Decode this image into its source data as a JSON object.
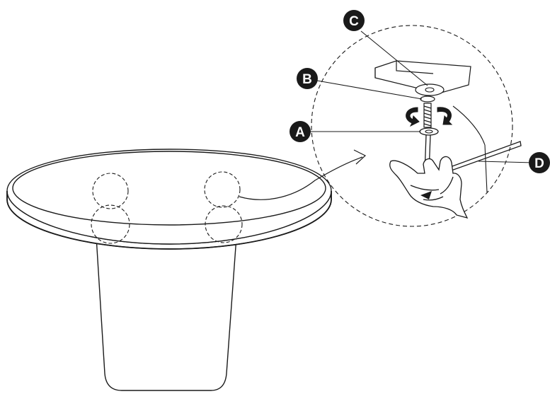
{
  "diagram": {
    "callouts": [
      {
        "id": "A",
        "label": "A"
      },
      {
        "id": "B",
        "label": "B"
      },
      {
        "id": "C",
        "label": "C"
      },
      {
        "id": "D",
        "label": "D"
      }
    ],
    "colors": {
      "line": "#1a1a1a",
      "callout_fill": "#1a1a1a",
      "callout_text": "#ffffff",
      "background": "#ffffff"
    }
  }
}
